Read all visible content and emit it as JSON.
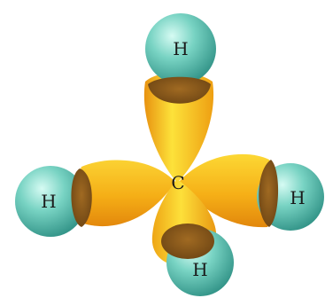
{
  "diagram": {
    "center_atom": {
      "label": "C"
    },
    "hydrogens": [
      {
        "label": "H"
      },
      {
        "label": "H"
      },
      {
        "label": "H"
      },
      {
        "label": "H"
      }
    ],
    "colors": {
      "orbital_light": "#fde23a",
      "orbital_mid": "#f7b217",
      "orbital_dark": "#e08a0c",
      "overlap": "#8a5a1c",
      "hydrogen_light": "#b8efe4",
      "hydrogen_mid": "#6fcdbc",
      "hydrogen_dark": "#3c9c8e"
    }
  }
}
